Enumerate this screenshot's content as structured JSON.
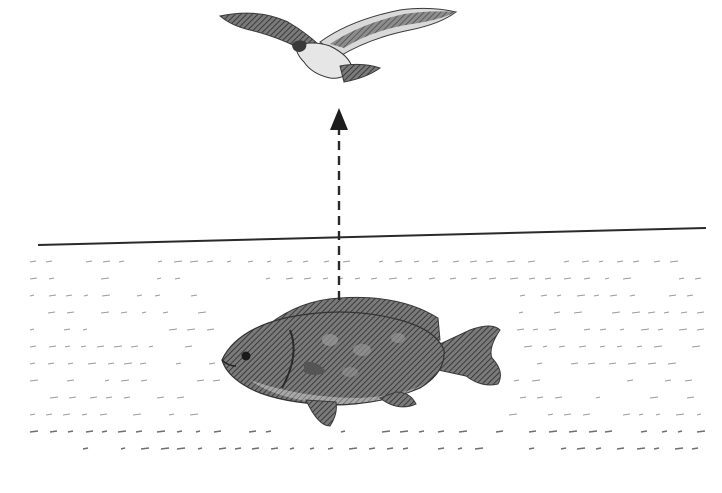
{
  "diagram": {
    "nodes": [
      {
        "id": "bird",
        "label": "",
        "icon": "bird-icon"
      },
      {
        "id": "fish",
        "label": "",
        "icon": "fish-icon"
      }
    ],
    "edges": [
      {
        "from": "fish",
        "to": "bird",
        "style": "dashed",
        "label": ""
      }
    ],
    "scene": {
      "water": "water-surface",
      "texture": "water-texture"
    }
  },
  "colors": {
    "background": "#ffffff",
    "ink": "#2a2a2a",
    "water_dash": "#9a9a9a",
    "fish_body": "#6b6b6b",
    "fish_dark": "#3a3a3a",
    "bird_dark": "#4a4a4a"
  }
}
